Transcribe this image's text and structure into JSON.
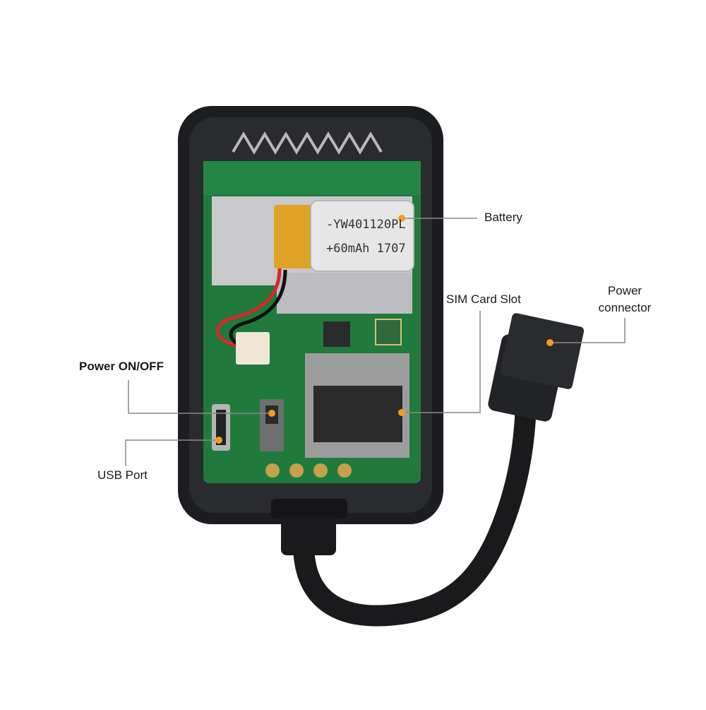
{
  "colors": {
    "background": "#ffffff",
    "housing": "#1c1d20",
    "pcb": "#1f7a3c",
    "leader_line": "#8a8a8a",
    "dot": "#f39c1f",
    "battery_wrap": "#e6e6e6",
    "battery_pcb_tab": "#e0a224"
  },
  "callouts": {
    "battery": "Battery",
    "sim_card_slot": "SIM Card Slot",
    "power_connector_line1": "Power",
    "power_connector_line2": "connector",
    "power_switch": "Power ON/OFF",
    "usb_port": "USB Port"
  },
  "battery_print": {
    "line1": "-YW401120PL",
    "line2": "+60mAh 1707"
  }
}
